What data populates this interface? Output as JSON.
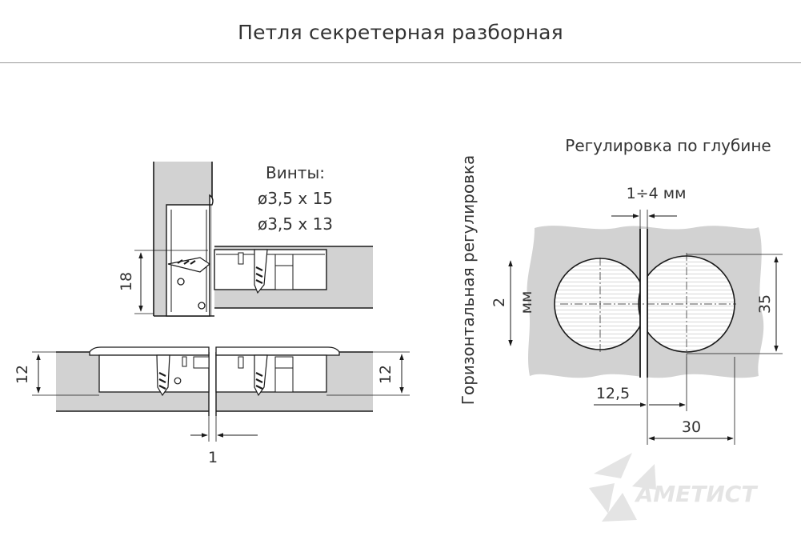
{
  "title": "Петля секретерная разборная",
  "screws": {
    "heading": "Винты:",
    "line1": "ø3,5 x 15",
    "line2": "ø3,5 x 13"
  },
  "left_dims": {
    "vertical_panel_height": "18",
    "left_thickness": "12",
    "right_thickness": "12",
    "gap": "1"
  },
  "right_diagram": {
    "caption": "Регулировка по глубине",
    "horizontal_adjust": "Горизонтальная регулировка",
    "depth_adjust": "1÷4 мм",
    "vertical_adjust_value": "2",
    "vertical_adjust_unit": "мм",
    "cup_diameter": "35",
    "offset": "12,5",
    "distance": "30"
  },
  "logo": {
    "text": "АМЕТИСТ"
  },
  "colors": {
    "panel": "#d2d2d2",
    "line": "#1a1a1a",
    "text": "#333333",
    "rule": "#9a9a9a",
    "logo": "#e4e4e4"
  }
}
